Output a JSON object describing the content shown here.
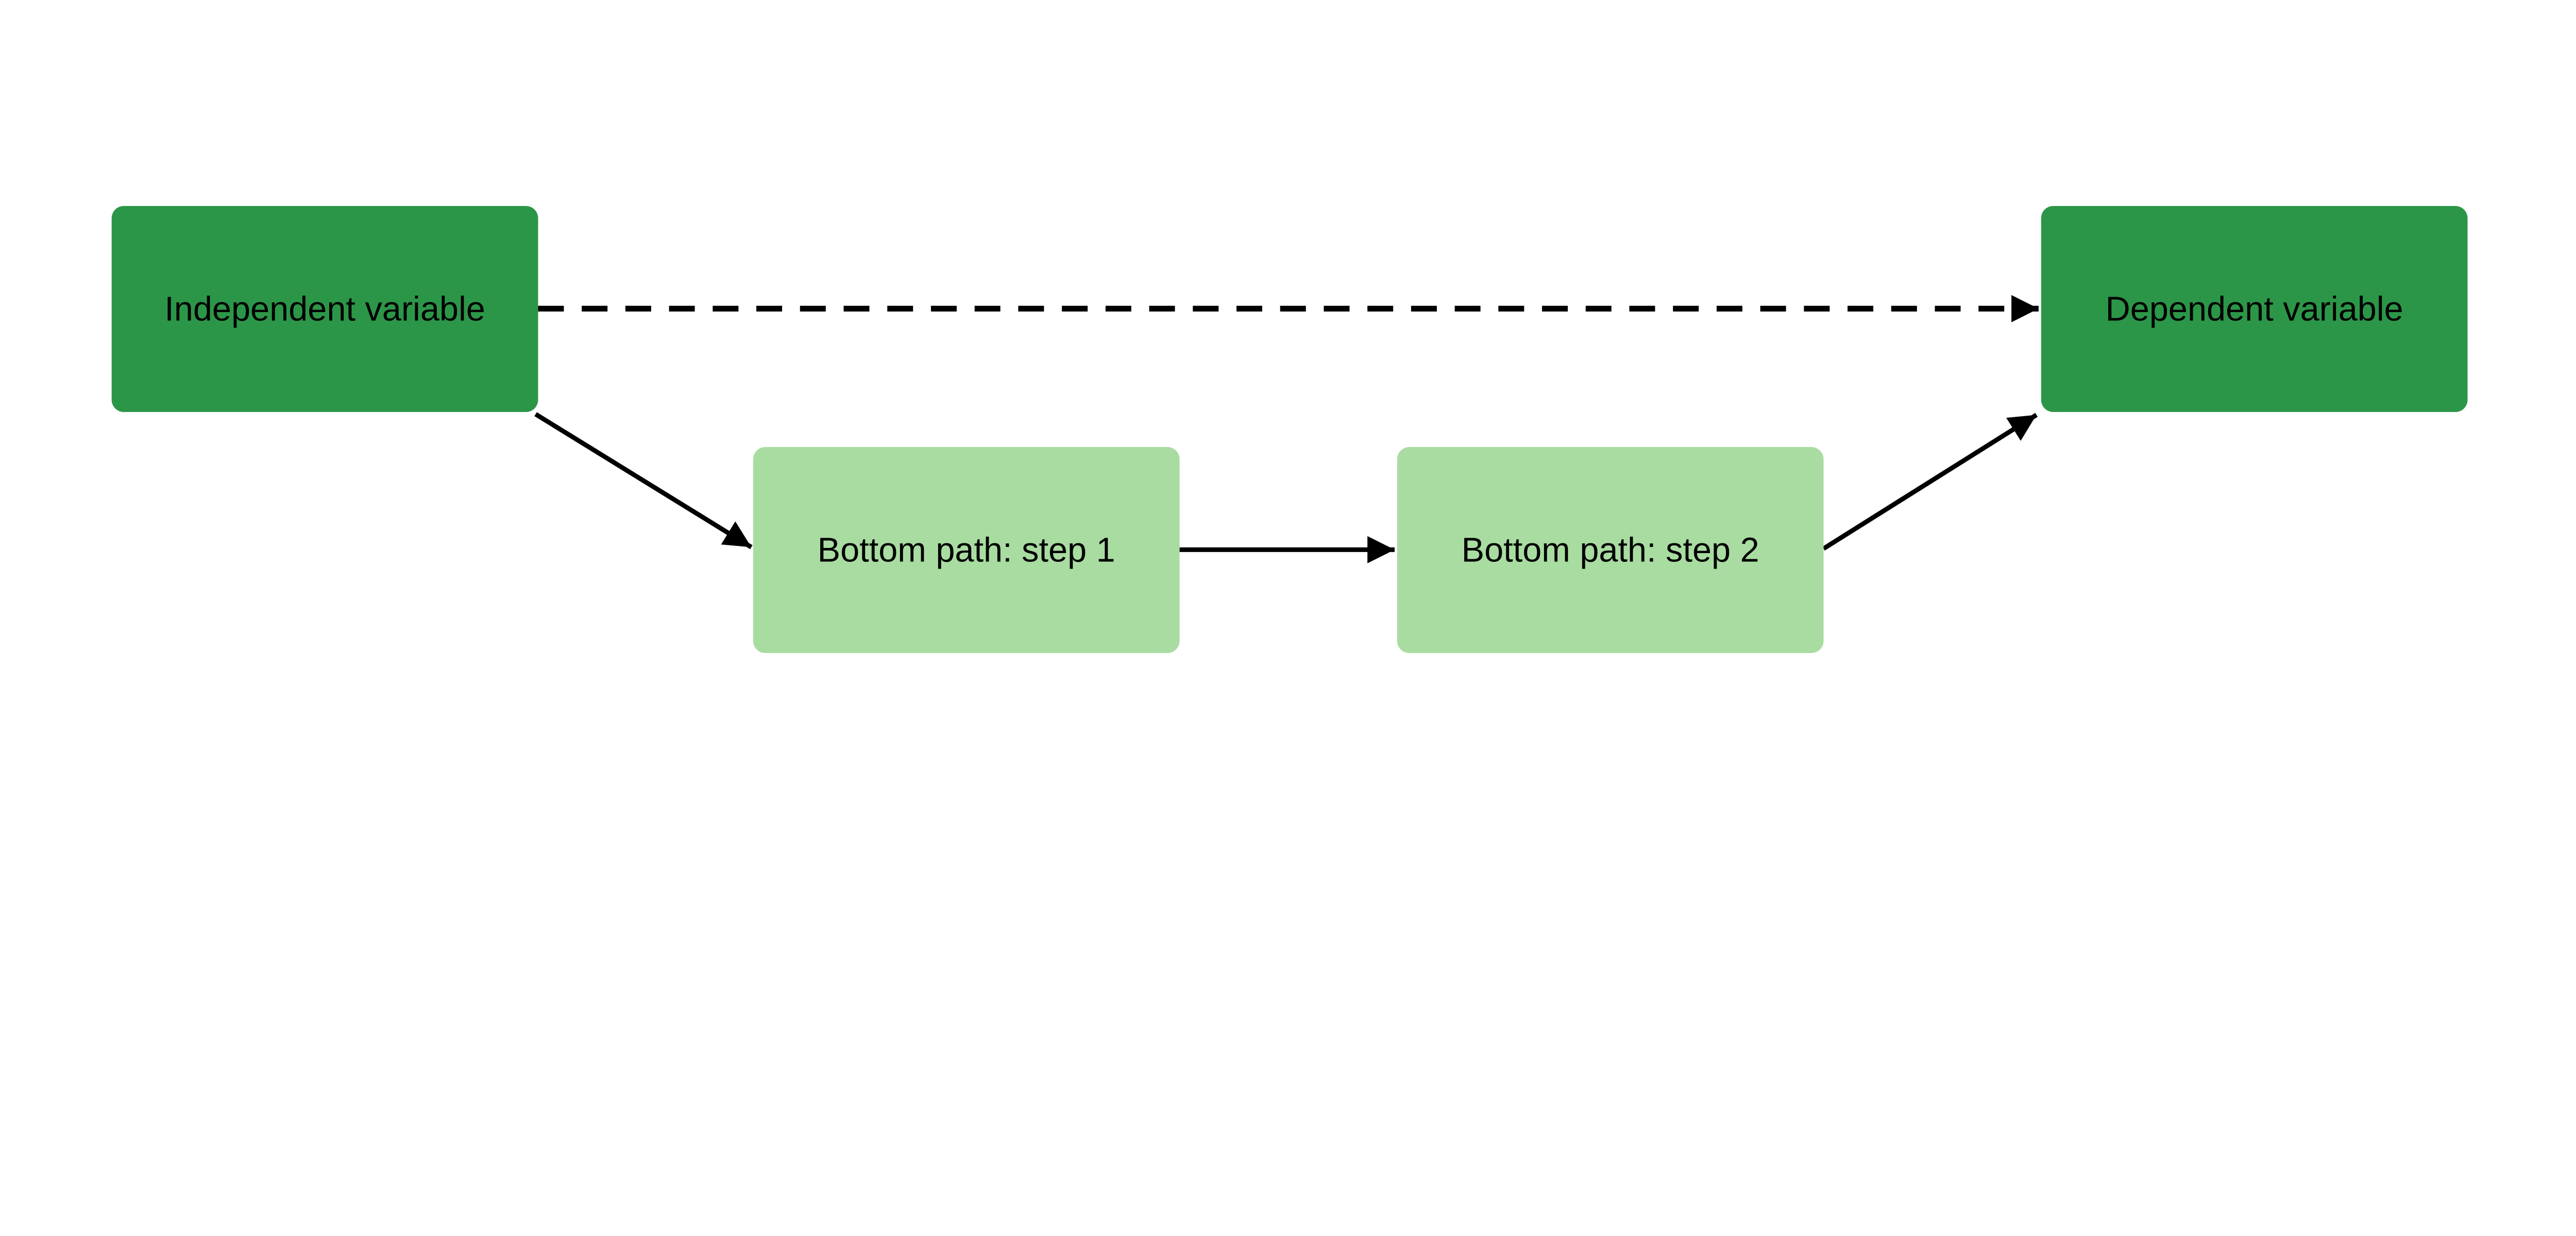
{
  "diagram": {
    "type": "flowchart",
    "description": "Mediation path diagram: independent variable affects dependent variable directly (dashed arrow) and indirectly via a two-step bottom path",
    "background": "#ffffff",
    "colors": {
      "node_primary": "#2c9648",
      "node_secondary": "#a9dca1",
      "edge": "#000000",
      "label": "#000000"
    },
    "nodes": {
      "independent": {
        "label": "Independent variable",
        "fill_role": "primary"
      },
      "dependent": {
        "label": "Dependent variable",
        "fill_role": "primary"
      },
      "step1": {
        "label": "Bottom path: step 1",
        "fill_role": "secondary"
      },
      "step2": {
        "label": "Bottom path: step 2",
        "fill_role": "secondary"
      }
    },
    "edges": [
      {
        "from": "Independent variable",
        "to": "Dependent variable",
        "style": "dashed",
        "arrowhead": "filled-triangle"
      },
      {
        "from": "Independent variable",
        "to": "Bottom path: step 1",
        "style": "solid",
        "arrowhead": "filled-triangle"
      },
      {
        "from": "Bottom path: step 1",
        "to": "Bottom path: step 2",
        "style": "solid",
        "arrowhead": "filled-triangle"
      },
      {
        "from": "Bottom path: step 2",
        "to": "Dependent variable",
        "style": "solid",
        "arrowhead": "filled-triangle"
      }
    ]
  }
}
